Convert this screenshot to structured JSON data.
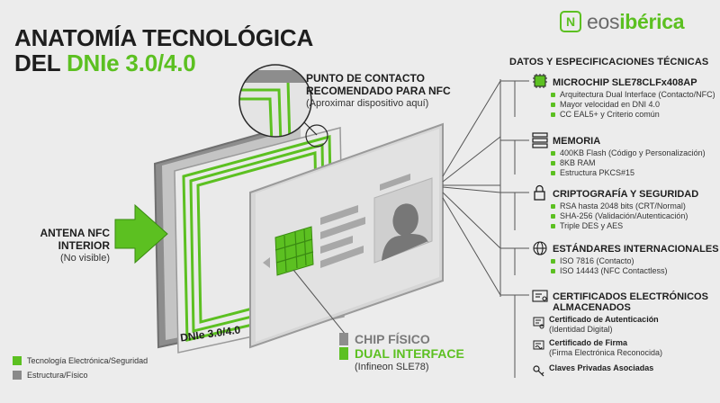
{
  "title": {
    "line1": "ANATOMÍA TECNOLÓGICA",
    "line2_prefix": "DEL ",
    "line2_accent": "DNIe 3.0/4.0"
  },
  "logo": {
    "mark": "N",
    "text_plain": "eos",
    "text_accent": "ibérica"
  },
  "nfc_point": {
    "line1": "PUNTO DE CONTACTO",
    "line2": "RECOMENDADO PARA NFC",
    "note": "(Aproximar dispositivo aquí)"
  },
  "antenna": {
    "line1": "ANTENA NFC",
    "line2": "INTERIOR",
    "note": "(No visible)"
  },
  "card_label": "DNIe 3.0/4.0",
  "chip": {
    "line1": "CHIP FÍSICO",
    "line2": "DUAL INTERFACE",
    "note": "(Infineon SLE78)"
  },
  "legend": [
    {
      "label": "Tecnología Electrónica/Seguridad",
      "color": "#5cc021"
    },
    {
      "label": "Estructura/Físico",
      "color": "#8a8a8a"
    }
  ],
  "specs": {
    "header": "DATOS Y ESPECIFICACIONES TÉCNICAS",
    "sections": [
      {
        "icon": "microchip-icon",
        "title": "MICROCHIP SLE78CLFx408AP",
        "items": [
          "Arquitectura Dual Interface (Contacto/NFC)",
          "Mayor velocidad en DNI 4.0",
          "CC EAL5+ y Criterio común"
        ]
      },
      {
        "icon": "memory-icon",
        "title": "MEMORIA",
        "items": [
          "400KB Flash (Código y Personalización)",
          "8KB RAM",
          "Estructura PKCS#15"
        ]
      },
      {
        "icon": "lock-icon",
        "title": "CRIPTOGRAFÍA Y SEGURIDAD",
        "items": [
          "RSA hasta 2048 bits (CRT/Normal)",
          "SHA-256 (Validación/Autenticación)",
          "Triple DES y AES"
        ]
      },
      {
        "icon": "globe-icon",
        "title": "ESTÁNDARES INTERNACIONALES",
        "items": [
          "ISO 7816 (Contacto)",
          "ISO 14443 (NFC Contactless)"
        ]
      },
      {
        "icon": "certificate-icon",
        "title": "CERTIFICADOS ELECTRÓNICOS",
        "title2": "ALMACENADOS"
      }
    ],
    "certs": [
      {
        "icon": "certificate-auth-icon",
        "name": "Certificado de Autenticación",
        "note": "(Identidad Digital)"
      },
      {
        "icon": "certificate-sign-icon",
        "name": "Certificado de Firma",
        "note": "(Firma Electrónica Reconocida)"
      },
      {
        "icon": "key-icon",
        "name": "Claves Privadas Asociadas",
        "note": ""
      }
    ]
  }
}
